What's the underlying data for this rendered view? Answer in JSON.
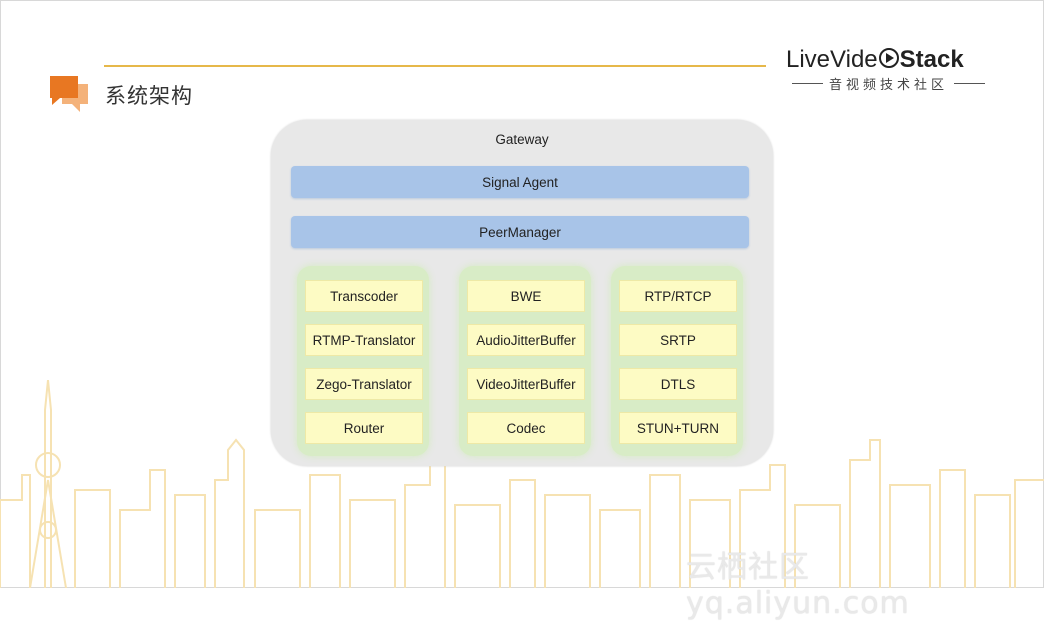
{
  "header": {
    "title": "系统架构",
    "logo": {
      "live": "Live",
      "video": "Vide",
      "stack": "Stack",
      "tagline": "音视频技术社区"
    }
  },
  "watermark": "云栖社区 yq.aliyun.com",
  "colors": {
    "accent": "#e6b84a",
    "icon_orange": "#e87722",
    "layer_blue": "#a8c4e8",
    "module_yellow": "#fdfbc4",
    "group_green": "#d8ecc6",
    "gateway_gray": "#e8e8e8"
  },
  "diagram": {
    "gateway": "Gateway",
    "signal_agent": "Signal Agent",
    "peer_manager": "PeerManager",
    "columns": [
      {
        "modules": [
          "Transcoder",
          "RTMP-Translator",
          "Zego-Translator",
          "Router"
        ]
      },
      {
        "modules": [
          "BWE",
          "AudioJitterBuffer",
          "VideoJitterBuffer",
          "Codec"
        ]
      },
      {
        "modules": [
          "RTP/RTCP",
          "SRTP",
          "DTLS",
          "STUN+TURN"
        ]
      }
    ]
  }
}
